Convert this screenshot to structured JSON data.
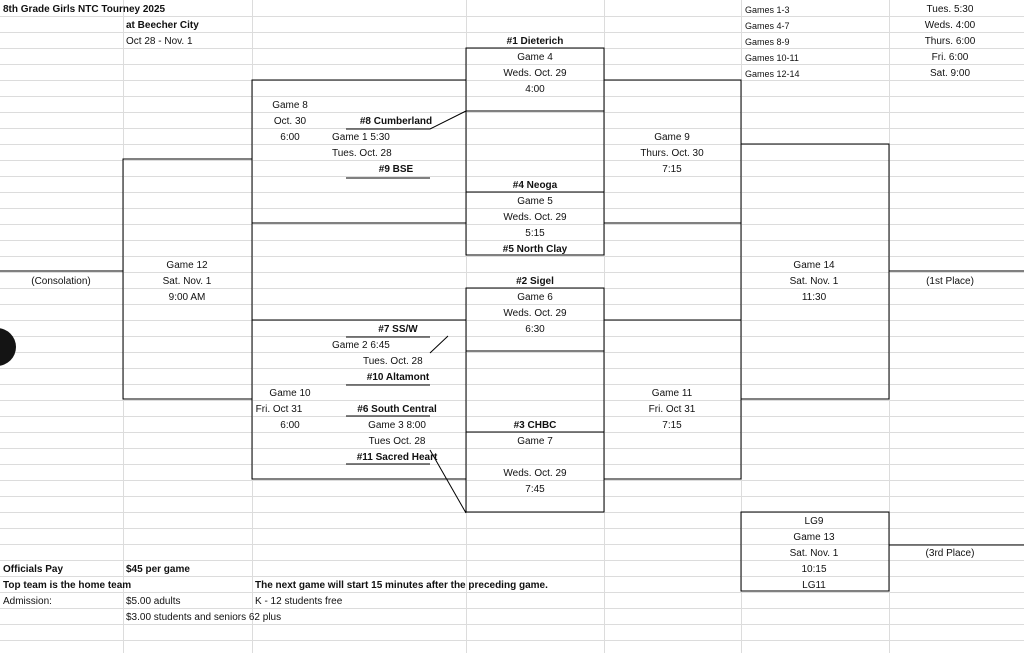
{
  "header": {
    "title": "8th Grade Girls NTC Tourney 2025",
    "location": "at Beecher City",
    "dates": "Oct 28 - Nov. 1"
  },
  "schedule": [
    {
      "games": "Games 1-3",
      "time": "Tues. 5:30"
    },
    {
      "games": "Games 4-7",
      "time": "Weds. 4:00"
    },
    {
      "games": "Games 8-9",
      "time": "Thurs. 6:00"
    },
    {
      "games": "Games 10-11",
      "time": "Fri. 6:00"
    },
    {
      "games": "Games 12-14",
      "time": "Sat. 9:00"
    }
  ],
  "game4": {
    "seed": "#1 Dieterich",
    "label": "Game 4",
    "date": "Weds. Oct. 29",
    "time": "4:00"
  },
  "game8": {
    "label": "Game 8",
    "date": "Oct. 30",
    "time": "6:00"
  },
  "game1": {
    "team_top": "#8 Cumberland",
    "label": "Game 1  5:30",
    "date": "Tues. Oct. 28",
    "team_bottom": "#9 BSE"
  },
  "game9": {
    "label": "Game 9",
    "date": "Thurs. Oct. 30",
    "time": "7:15"
  },
  "game5": {
    "team_top": "#4  Neoga",
    "label": "Game 5",
    "date": "Weds. Oct. 29",
    "time": "5:15",
    "team_bottom": "#5 North Clay"
  },
  "game12": {
    "label": "Game 12",
    "date": "Sat. Nov. 1",
    "time": "9:00 AM",
    "placement": "(Consolation)"
  },
  "game14": {
    "label": "Game 14",
    "date": "Sat. Nov. 1",
    "time": "11:30",
    "placement": "(1st Place)"
  },
  "game6": {
    "team_top": "#2  Sigel",
    "label": "Game 6",
    "date": "Weds. Oct. 29",
    "time": "6:30"
  },
  "game2": {
    "team_top": "#7 SS/W",
    "label": "Game 2  6:45",
    "date": "Tues. Oct. 28",
    "team_bottom": "#10 Altamont"
  },
  "game10": {
    "label": "Game 10",
    "date": "Fri. Oct 31",
    "time": "6:00"
  },
  "game11": {
    "label": "Game 11",
    "date": "Fri. Oct 31",
    "time": "7:15"
  },
  "game3": {
    "team_top": "#6 South Central",
    "label": "Game 3  8:00",
    "date": "Tues  Oct. 28",
    "team_bottom": "#11  Sacred Heart"
  },
  "game7": {
    "team_top": "#3  CHBC",
    "label": "Game 7",
    "date": "Weds. Oct. 29",
    "time": "7:45"
  },
  "game13": {
    "top": "LG9",
    "label": "Game 13",
    "date": "Sat. Nov. 1",
    "time": "10:15",
    "bottom": "LG11",
    "placement": "(3rd Place)"
  },
  "footer": {
    "officials_label": "Officials Pay",
    "officials_value": "$45 per game",
    "home_team_note": "Top team is the home team",
    "next_game_note": "The next game will start 15 minutes after the preceding game.",
    "admission_label": "Admission:",
    "admission_adults": "$5.00 adults",
    "admission_students_free": "K - 12 students free",
    "admission_students_seniors": "$3.00 students and seniors 62 plus"
  }
}
